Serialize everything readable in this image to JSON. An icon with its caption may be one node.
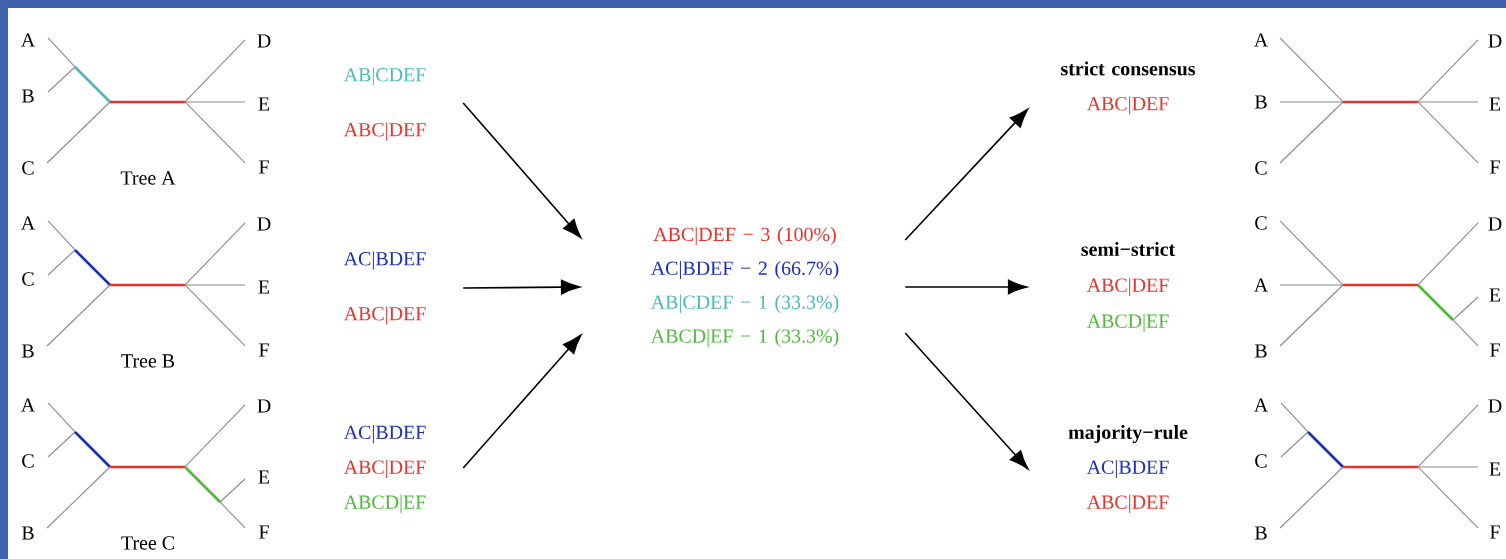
{
  "diagram": {
    "nodes": [
      {
        "text": [
          "AB|CDEF",
          "ABC|DEF"
        ]
      },
      {
        "text": [
          "AC|BDEF",
          "ABC|DEF"
        ]
      },
      {
        "text": [
          "AC|BDEF",
          "ABC|DEF",
          "ABCD|EF"
        ]
      },
      {
        "text": [
          "ABC|DEF − 3 (100%)",
          "AC|BDEF − 2 (66.7%)",
          "AB|CDEF − 1 (33.3%)",
          "ABCD|EF − 1 (33.3%)"
        ]
      },
      {
        "text": [
          "strict consensus",
          "ABC|DEF"
        ]
      },
      {
        "text": [
          "semi−strict",
          "ABC|DEF",
          "ABCD|EF"
        ]
      },
      {
        "text": [
          "majority−rule",
          "AC|BDEF",
          "ABC|DEF"
        ]
      }
    ],
    "edges": [
      {
        "from": 0,
        "to": 3,
        "arrow": "to"
      },
      {
        "from": 1,
        "to": 3,
        "arrow": "to"
      },
      {
        "from": 2,
        "to": 3,
        "arrow": "to"
      },
      {
        "from": 3,
        "to": 4,
        "arrow": "to"
      },
      {
        "from": 3,
        "to": 5,
        "arrow": "to"
      },
      {
        "from": 3,
        "to": 6,
        "arrow": "to"
      }
    ],
    "labels": [
      "A",
      "B",
      "C",
      "D",
      "E",
      "F",
      "Tree A",
      "A",
      "B",
      "C",
      "D",
      "E",
      "F",
      "A",
      "C",
      "B",
      "D",
      "E",
      "F",
      "Tree B",
      "C",
      "A",
      "B",
      "D",
      "E",
      "F",
      "A",
      "C",
      "B",
      "D",
      "E",
      "F",
      "Tree C",
      "A",
      "C",
      "B",
      "D",
      "E",
      "F"
    ]
  }
}
